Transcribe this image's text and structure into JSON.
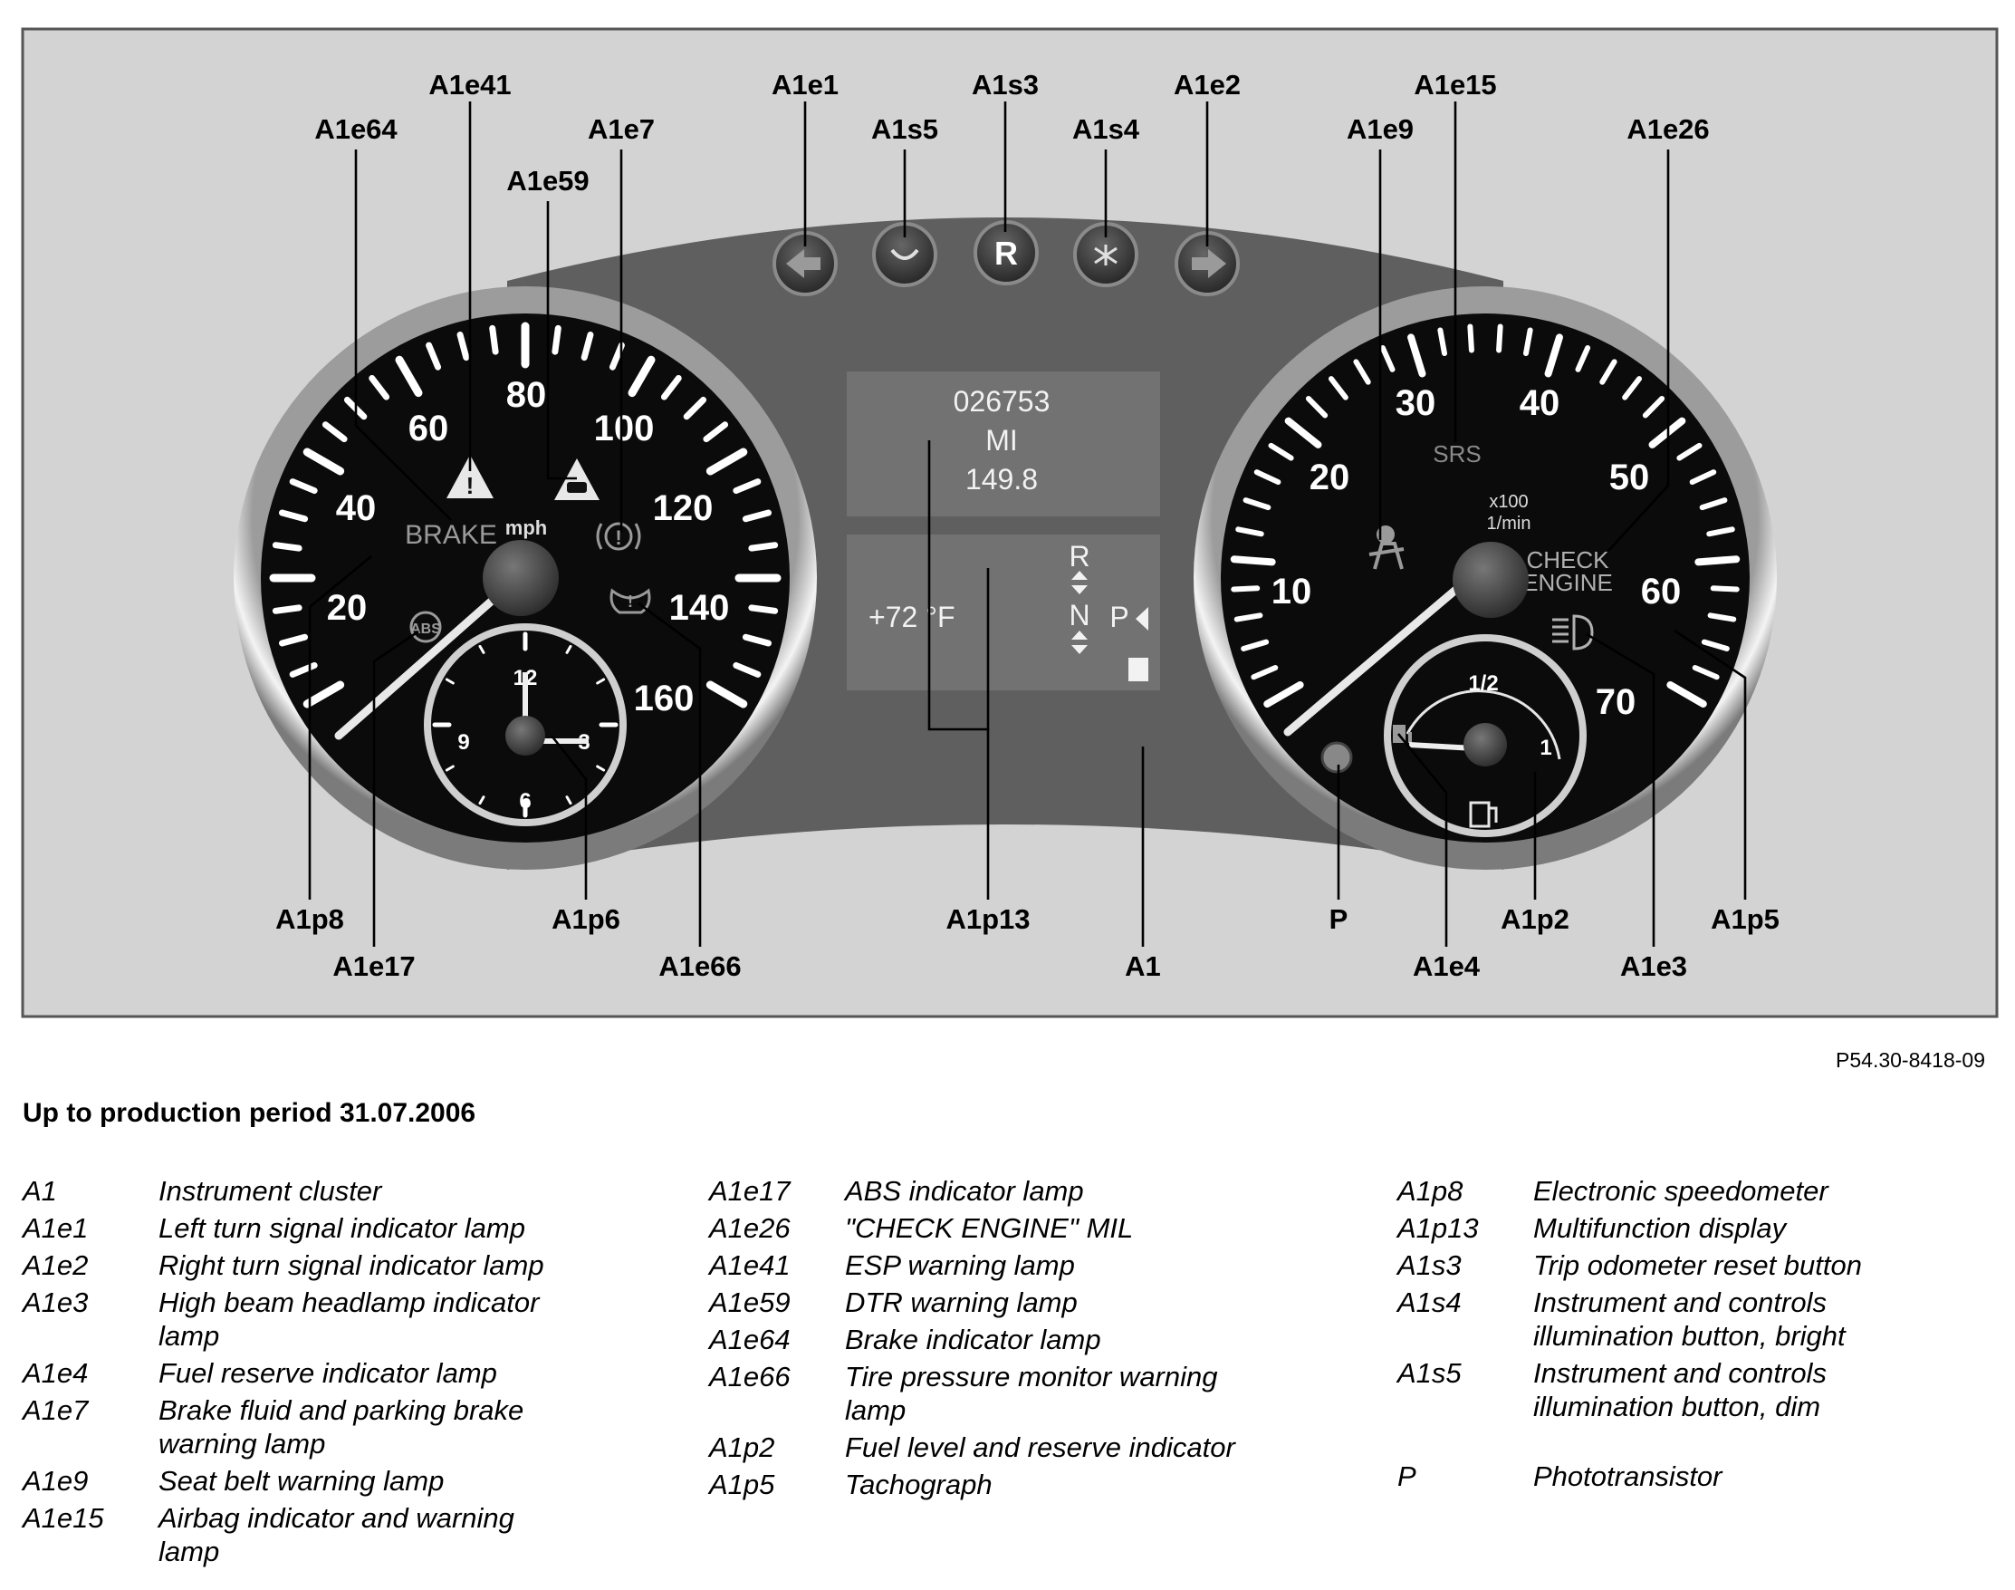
{
  "figure": {
    "reference": "P54.30-8418-09",
    "callouts": {
      "A1e64": "A1e64",
      "A1e41": "A1e41",
      "A1e59": "A1e59",
      "A1e7": "A1e7",
      "A1e1": "A1e1",
      "A1s5": "A1s5",
      "A1s3": "A1s3",
      "A1s4": "A1s4",
      "A1e2": "A1e2",
      "A1e15": "A1e15",
      "A1e9": "A1e9",
      "A1e26": "A1e26",
      "A1p8": "A1p8",
      "A1e17": "A1e17",
      "A1p6": "A1p6",
      "A1e66": "A1e66",
      "A1p13": "A1p13",
      "A1": "A1",
      "P": "P",
      "A1e4": "A1e4",
      "A1p2": "A1p2",
      "A1e3": "A1e3",
      "A1p5": "A1p5"
    },
    "speedometer": {
      "unit": "mph",
      "scale": [
        "20",
        "40",
        "60",
        "80",
        "100",
        "120",
        "140",
        "160"
      ],
      "brake_label": "BRAKE",
      "abs_label": "ABS"
    },
    "clock": {
      "numerals": [
        "12",
        "3",
        "6",
        "9"
      ]
    },
    "buttons": {
      "reset": "R"
    },
    "display": {
      "odometer": "026753",
      "unit": "MI",
      "trip": "149.8",
      "temperature": "+72 °F",
      "gear_r": "R",
      "gear_n": "N",
      "gear_p": "P"
    },
    "tachometer": {
      "scale": [
        "10",
        "20",
        "30",
        "40",
        "50",
        "60",
        "70"
      ],
      "multiplier": "x100",
      "unit": "1/min",
      "srs": "SRS",
      "check_engine_1": "CHECK",
      "check_engine_2": "ENGINE"
    },
    "fuel": {
      "half": "1/2",
      "full": "1"
    }
  },
  "subtitle": "Up to production period 31.07.2006",
  "legend": {
    "col1": [
      {
        "code": "A1",
        "desc": "Instrument cluster"
      },
      {
        "code": "A1e1",
        "desc": "Left turn signal indicator lamp"
      },
      {
        "code": "A1e2",
        "desc": "Right turn signal indicator lamp"
      },
      {
        "code": "A1e3",
        "desc": "High beam headlamp indicator",
        "desc2": "lamp"
      },
      {
        "code": "A1e4",
        "desc": "Fuel reserve indicator lamp"
      },
      {
        "code": "A1e7",
        "desc": "Brake fluid and parking brake",
        "desc2": "warning lamp"
      },
      {
        "code": "A1e9",
        "desc": "Seat belt warning lamp"
      },
      {
        "code": "A1e15",
        "desc": "Airbag indicator and warning",
        "desc2": "lamp"
      }
    ],
    "col2": [
      {
        "code": "A1e17",
        "desc": "ABS indicator lamp"
      },
      {
        "code": "A1e26",
        "desc": "\"CHECK ENGINE\" MIL"
      },
      {
        "code": "A1e41",
        "desc": "ESP warning lamp"
      },
      {
        "code": "A1e59",
        "desc": "DTR warning lamp"
      },
      {
        "code": "A1e64",
        "desc": "Brake indicator lamp"
      },
      {
        "code": "A1e66",
        "desc": "Tire pressure monitor warning",
        "desc2": "lamp"
      },
      {
        "code": "A1p2",
        "desc": "Fuel level and reserve indicator"
      },
      {
        "code": "A1p5",
        "desc": "Tachograph"
      }
    ],
    "col3": [
      {
        "code": "A1p8",
        "desc": "Electronic speedometer"
      },
      {
        "code": "A1p13",
        "desc": "Multifunction display"
      },
      {
        "code": "A1s3",
        "desc": "Trip odometer reset button"
      },
      {
        "code": "A1s4",
        "desc": "Instrument and controls",
        "desc2": "illumination button, bright"
      },
      {
        "code": "A1s5",
        "desc": "Instrument and controls",
        "desc2": "illumination button, dim"
      },
      {
        "code": "P",
        "desc": "Phototransistor",
        "gap_before": true
      }
    ]
  }
}
